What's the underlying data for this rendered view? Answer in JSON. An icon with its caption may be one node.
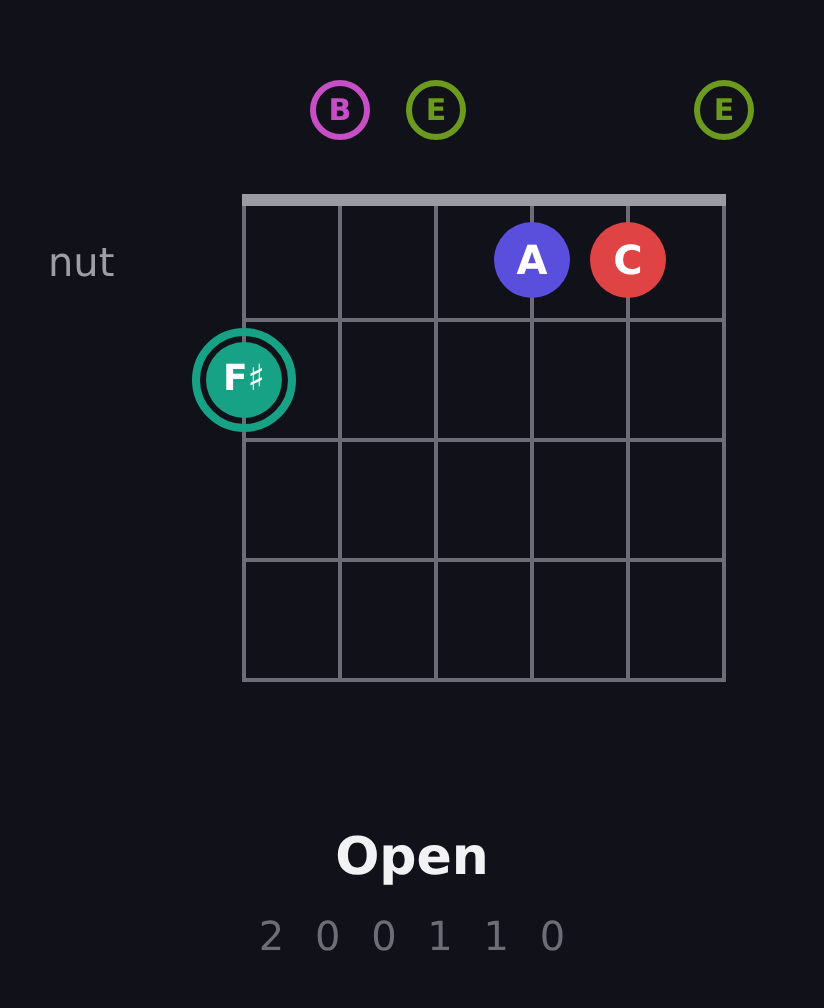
{
  "diagram": {
    "title": "Open",
    "nodes": [
      {
        "text": [
          "B"
        ]
      },
      {
        "text": [
          "E"
        ]
      },
      {
        "text": [
          "E"
        ]
      },
      {
        "text": [
          "A"
        ]
      },
      {
        "text": [
          "C"
        ]
      },
      {
        "text": [
          "F♯"
        ]
      }
    ],
    "labels": [
      "nut",
      "2 0 0 1 1 0"
    ]
  }
}
